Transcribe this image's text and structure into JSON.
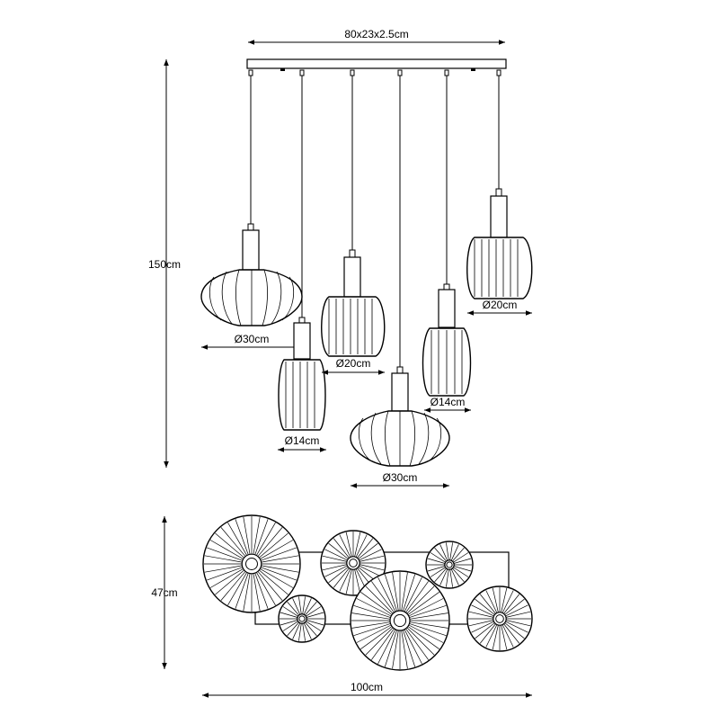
{
  "dimensions": {
    "canopy": "80x23x2.5cm",
    "height": "150cm",
    "depth": "47cm",
    "width": "100cm"
  },
  "shades": [
    {
      "label": "Ø30cm"
    },
    {
      "label": "Ø14cm"
    },
    {
      "label": "Ø20cm"
    },
    {
      "label": "Ø30cm"
    },
    {
      "label": "Ø14cm"
    },
    {
      "label": "Ø20cm"
    }
  ],
  "colors": {
    "line": "#000000",
    "background": "#ffffff"
  }
}
